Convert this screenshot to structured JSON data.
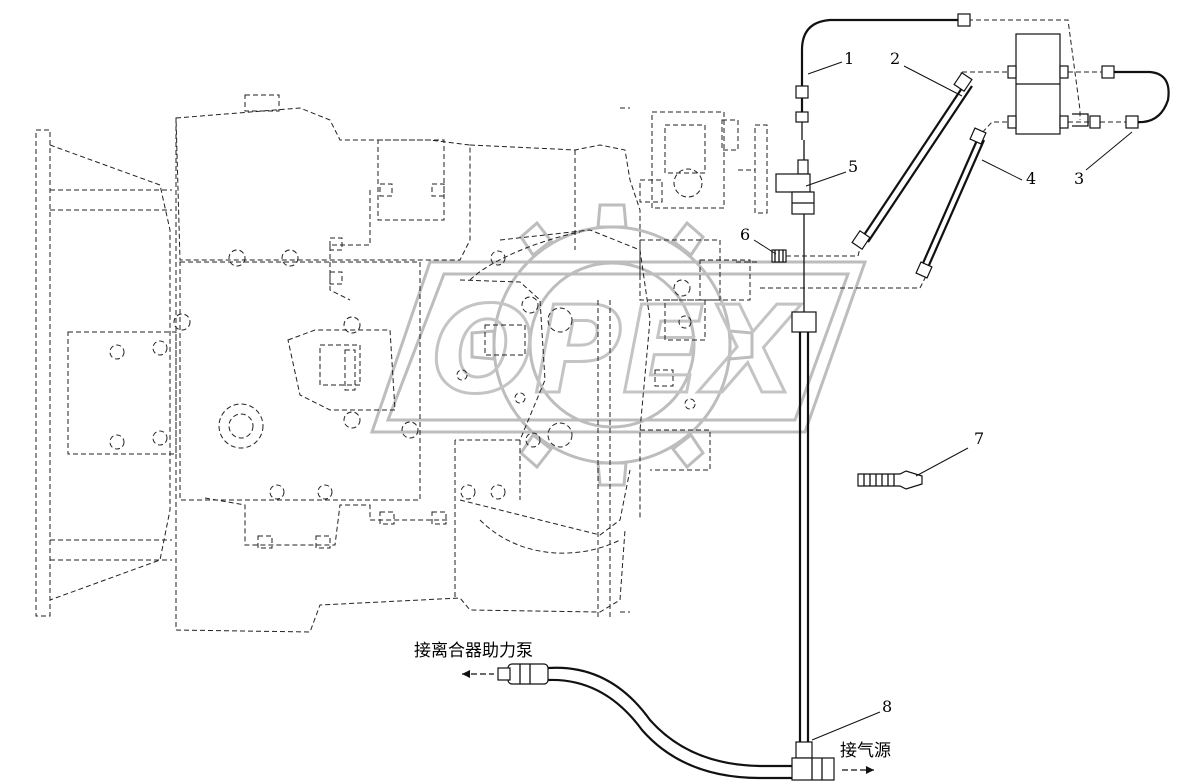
{
  "callouts": [
    "1",
    "2",
    "3",
    "4",
    "5",
    "6",
    "7",
    "8"
  ],
  "labels": {
    "clutch_pump": "接离合器助力泵",
    "air_source": "接气源"
  },
  "watermark": {
    "text": "OPEX"
  }
}
